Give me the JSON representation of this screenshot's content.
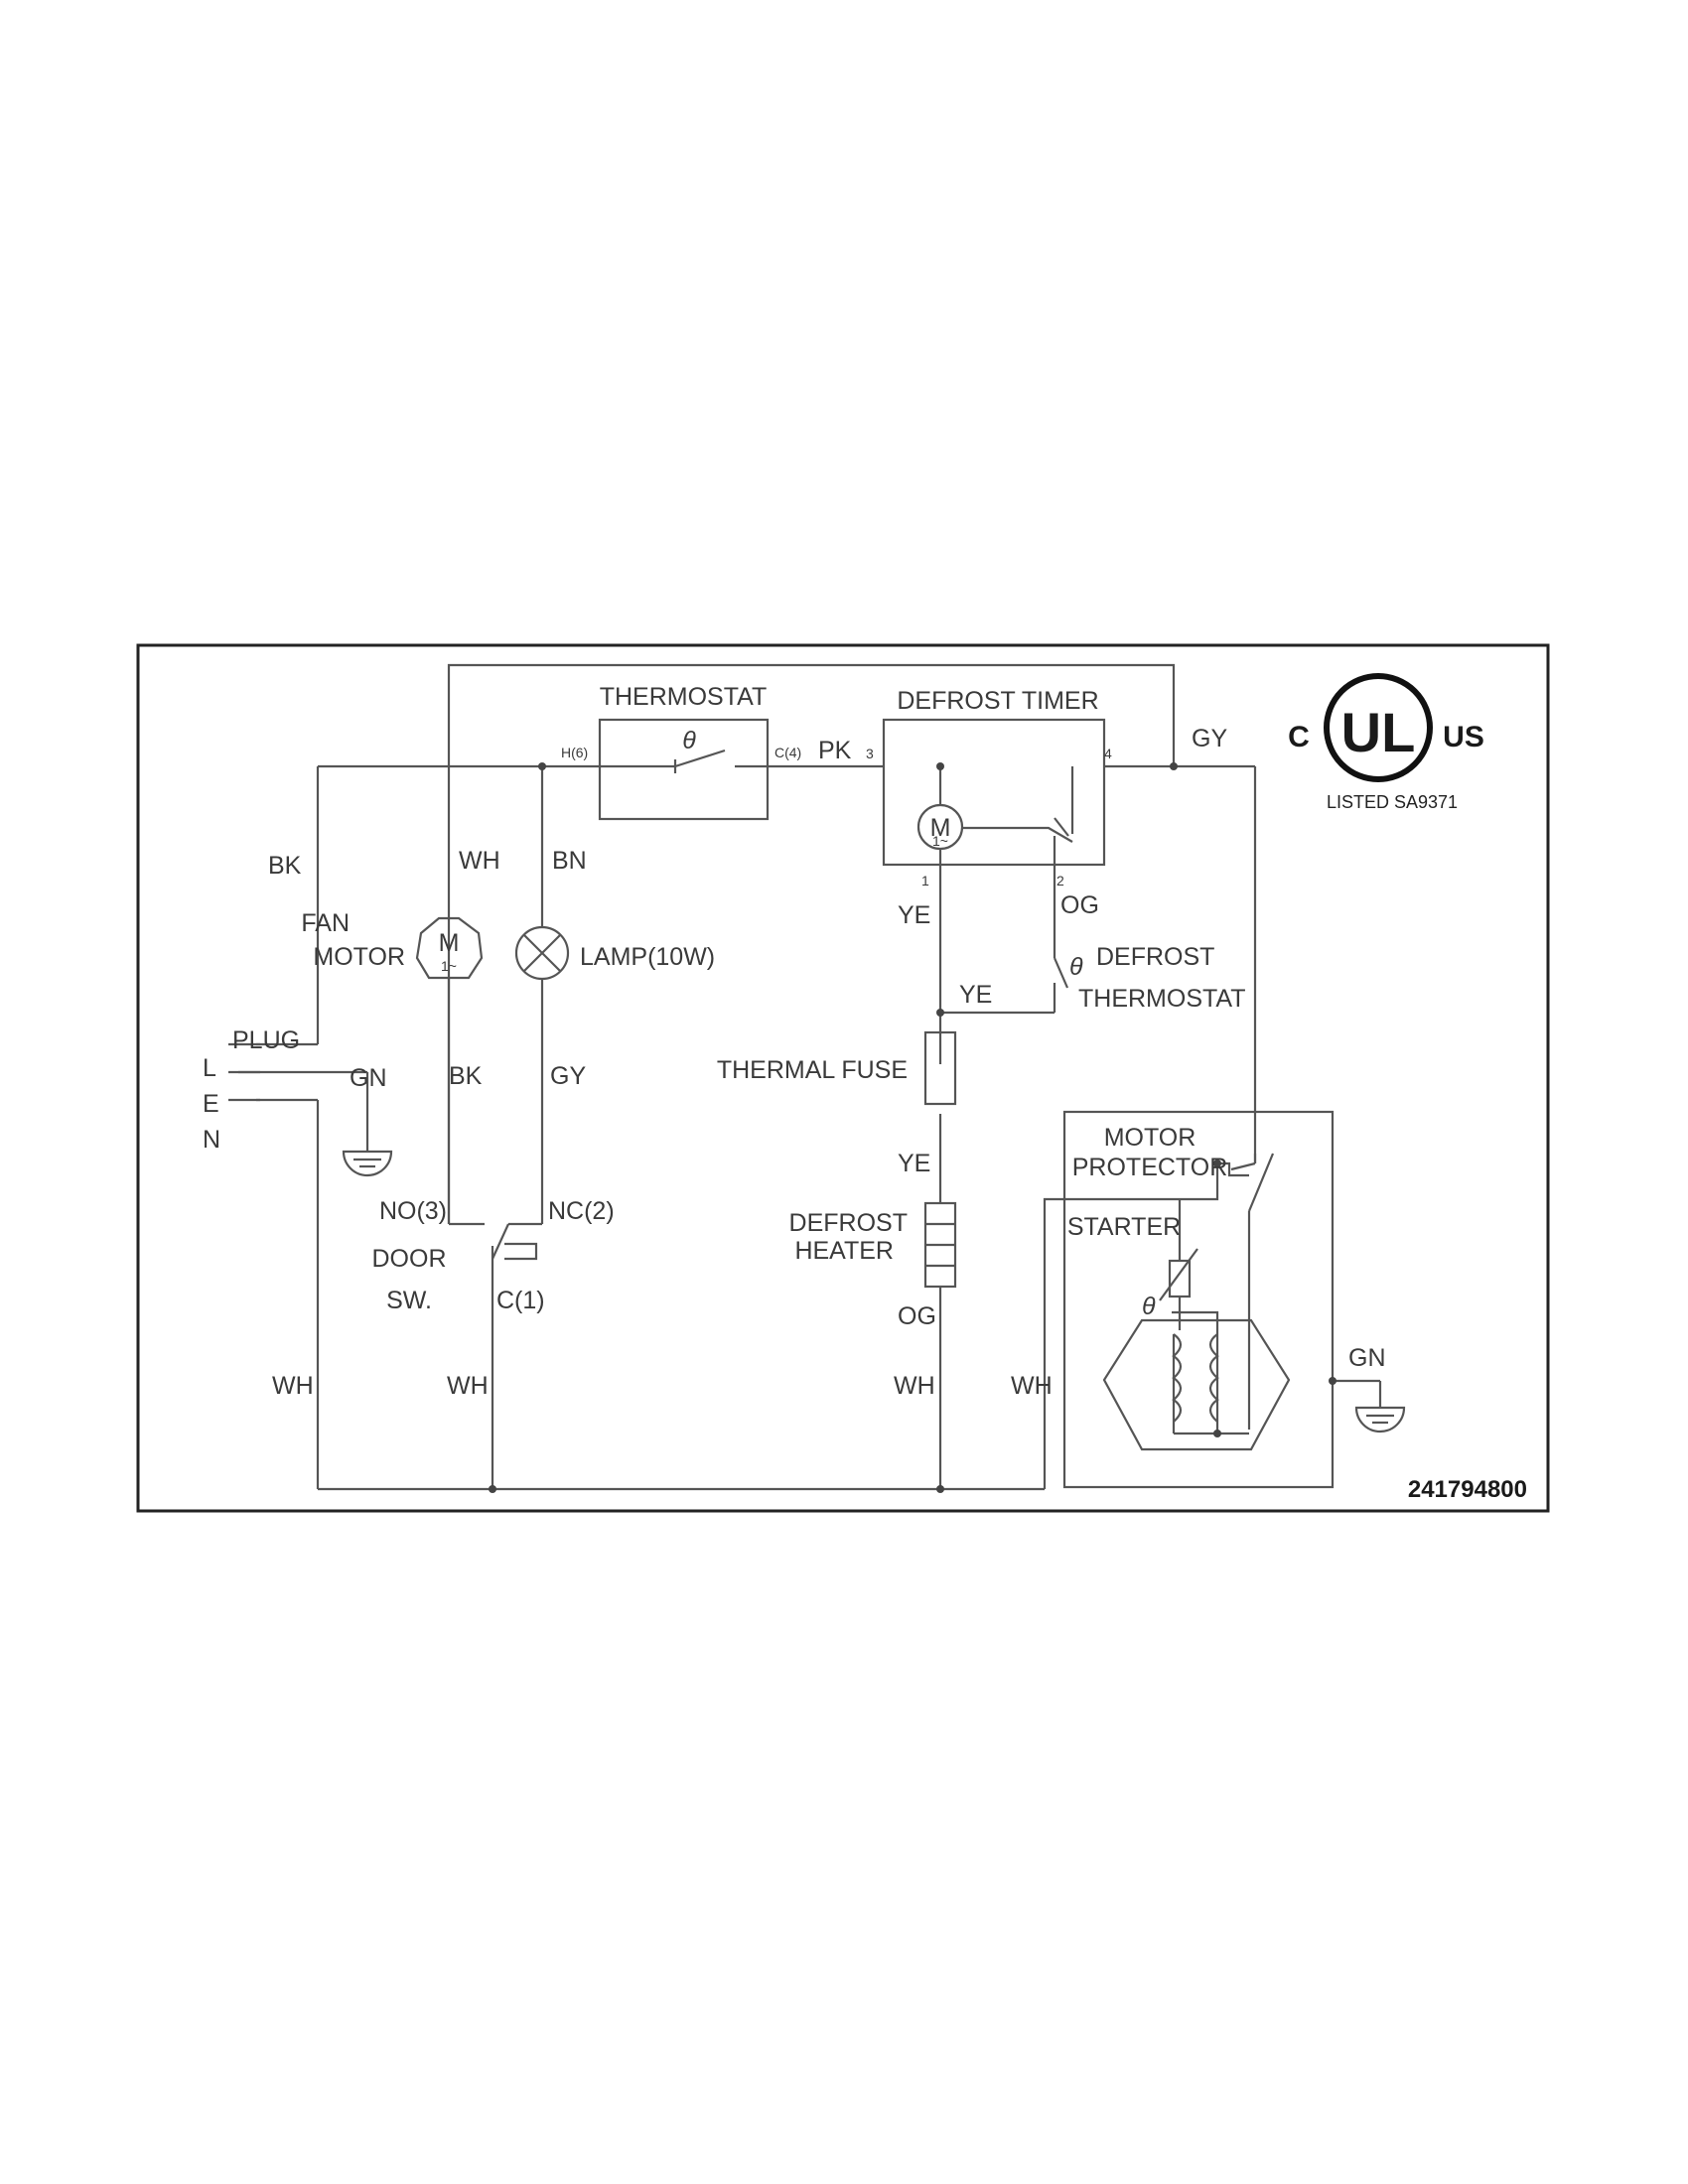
{
  "labels": {
    "thermostat": "THERMOSTAT",
    "defrost_timer": "DEFROST TIMER",
    "theta": "θ",
    "h6": "H(6)",
    "c4": "C(4)",
    "pk": "PK",
    "t3": "3",
    "t4": "4",
    "t1": "1",
    "t2": "2",
    "gy_top": "GY",
    "bk_left": "BK",
    "wh_fan": "WH",
    "bn": "BN",
    "fan_motor_1": "FAN",
    "fan_motor_2": "MOTOR",
    "m": "M",
    "one_tilde": "1~",
    "lamp": "LAMP(10W)",
    "ye_1": "YE",
    "og_1": "OG",
    "defrost_thermostat_1": "DEFROST",
    "defrost_thermostat_2": "THERMOSTAT",
    "ye_2": "YE",
    "plug": "PLUG",
    "l": "L",
    "e": "E",
    "n": "N",
    "gn_plug": "GN",
    "bk_fan": "BK",
    "gy_lamp": "GY",
    "thermal_fuse": "THERMAL FUSE",
    "ye_3": "YE",
    "defrost_heater_1": "DEFROST",
    "defrost_heater_2": "HEATER",
    "og_2": "OG",
    "motor_protector_1": "MOTOR",
    "motor_protector_2": "PROTECTOR",
    "starter": "STARTER",
    "no3": "NO(3)",
    "nc2": "NC(2)",
    "door_sw_1": "DOOR",
    "door_sw_2": "SW.",
    "c1": "C(1)",
    "wh_1": "WH",
    "wh_2": "WH",
    "wh_3": "WH",
    "wh_4": "WH",
    "gn_comp": "GN",
    "listed": "LISTED  SA9371",
    "ul_c": "C",
    "ul_us": "US",
    "ul_mark": "UL",
    "part_number": "241794800"
  }
}
